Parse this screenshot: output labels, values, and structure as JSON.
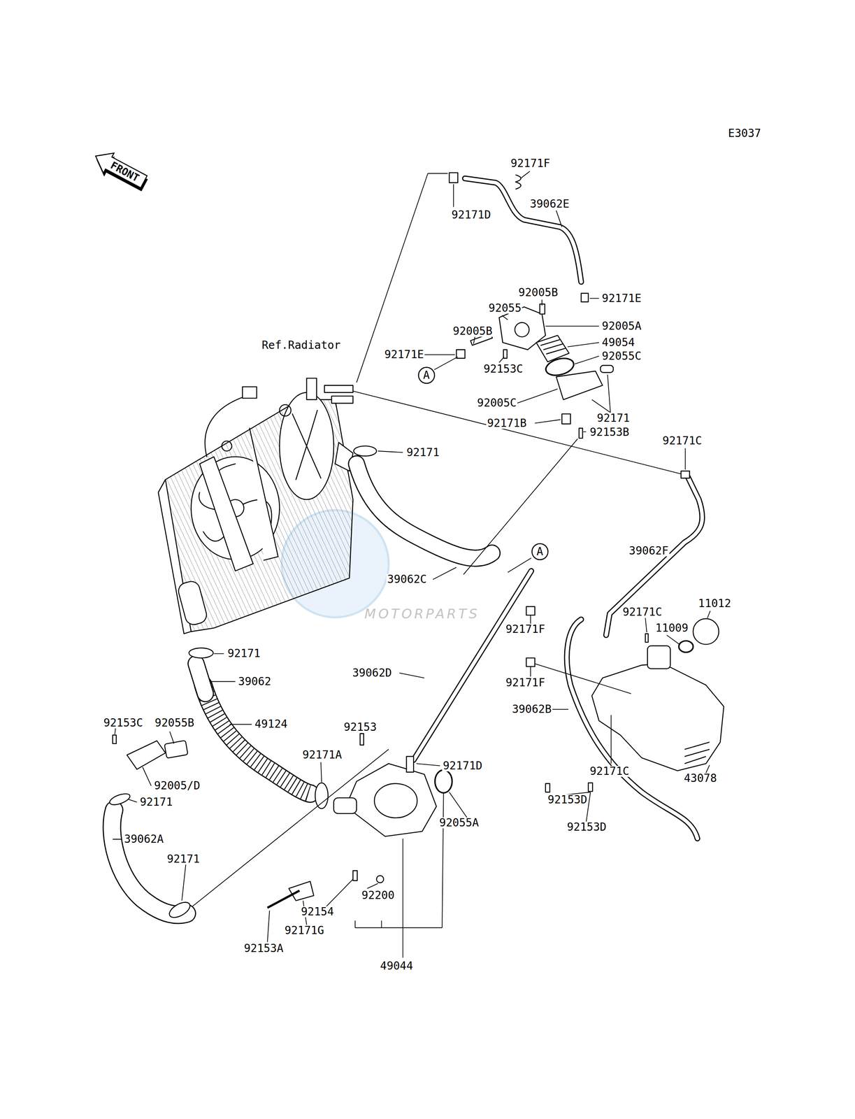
{
  "diagram": {
    "nodes": [
      {
        "text": [
          "FRONT"
        ]
      },
      {
        "text": [
          "A"
        ]
      },
      {
        "text": [
          "A"
        ]
      }
    ],
    "labels": [
      "E3037",
      "92171F",
      "39062E",
      "92171D",
      "92005B",
      "92055",
      "92171E",
      "92005B",
      "92005A",
      "49054",
      "Ref.Radiator",
      "92171E",
      "92055C",
      "92153C",
      "92005C",
      "92171",
      "92171B",
      "92153B",
      "92171C",
      "92171",
      "39062F",
      "39062C",
      "11012",
      "92171C",
      "11009",
      "92171F",
      "92171",
      "39062D",
      "39062",
      "92171F",
      "39062B",
      "92153C",
      "92055B",
      "49124",
      "92153",
      "92171A",
      "92171D",
      "92171C",
      "43078",
      "92005/D",
      "92153D",
      "92171",
      "92055A",
      "92153D",
      "39062A",
      "92171",
      "92200",
      "92154",
      "92171G",
      "92153A",
      "49044",
      "MOTORPARTS"
    ]
  }
}
